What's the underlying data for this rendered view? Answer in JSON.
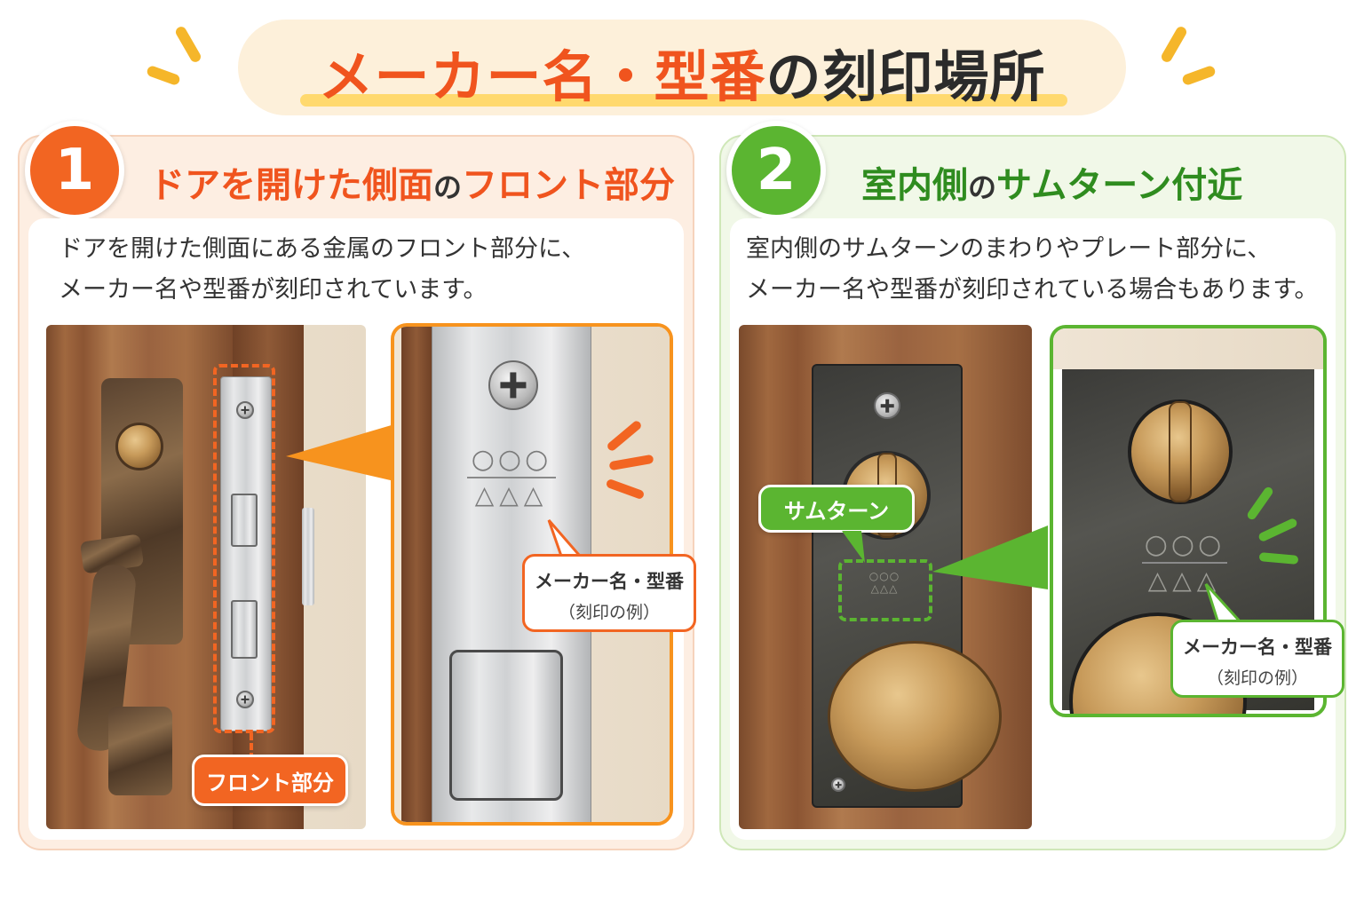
{
  "title": {
    "part1": "メーカー名・型番",
    "part2": "の刻印場所"
  },
  "panels": [
    {
      "number": "1",
      "heading_a": "ドアを開けた側面",
      "heading_no": "の",
      "heading_b": "フロント部分",
      "desc_line1": "ドアを開けた側面にある金属のフロント部分に、",
      "desc_line2": "メーカー名や型番が刻印されています。",
      "tag_label": "フロント部分",
      "engraving_row1": "○○○",
      "engraving_row2": "△△△",
      "bubble_line1": "メーカー名・型番",
      "bubble_line2": "（刻印の例）"
    },
    {
      "number": "2",
      "heading_a": "室内側",
      "heading_no": "の",
      "heading_b": "サムターン付近",
      "desc_line1": "室内側のサムターンのまわりやプレート部分に、",
      "desc_line2": "メーカー名や型番が刻印されている場合もあります。",
      "tag_label": "サムターン",
      "engraving_row1": "○○○",
      "engraving_row2": "△△△",
      "bubble_line1": "メーカー名・型番",
      "bubble_line2": "（刻印の例）"
    }
  ],
  "colors": {
    "orange": "#f26522",
    "green": "#5bb531",
    "accent_yellow": "#f5b62a"
  }
}
